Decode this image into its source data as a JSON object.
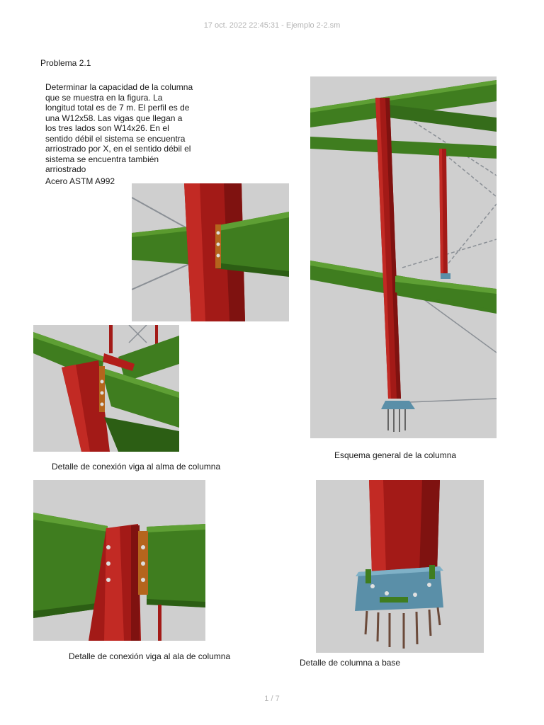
{
  "header": {
    "timestamp_file": "17 oct. 2022 22:45:31 - Ejemplo 2-2.sm"
  },
  "problem": {
    "title": "Problema 2.1",
    "description_lines": [
      "Determinar la capacidad de la columna",
      "que se muestra en la figura. La",
      "longitud total es de 7 m. El perfil es de",
      "una W12x58. Las vigas que llegan a",
      "los tres lados son W14x26. En el",
      "sentido débil el sistema se encuentra",
      "arriostrado por X, en el sentido débil el",
      "sistema se encuentra también",
      "arriostrado"
    ],
    "steel": "Acero ASTM A992"
  },
  "captions": {
    "web_connection": "Detalle de conexión viga al alma de columna",
    "general_scheme": "Esquema general de la columna",
    "flange_connection": "Detalle de conexión viga al ala de columna",
    "base_connection": "Detalle de columna a base"
  },
  "footer": {
    "page": "1 / 7"
  },
  "colors": {
    "column_red": "#a31a17",
    "beam_green": "#3f7d1f",
    "background_gray": "#cfcfcf",
    "plate_blue": "#5a8fa8",
    "plate_orange": "#b5651d"
  }
}
